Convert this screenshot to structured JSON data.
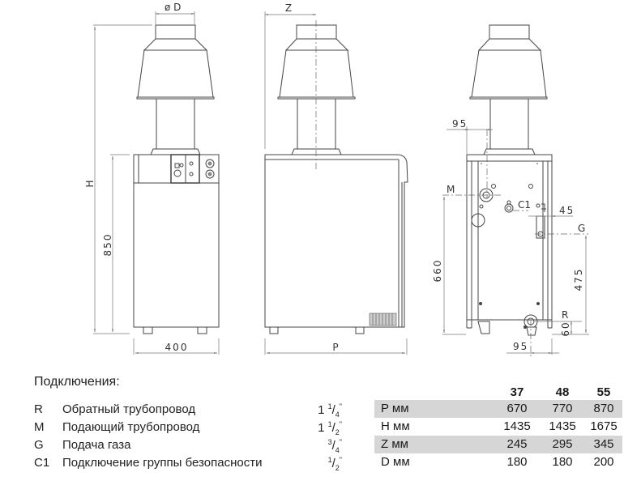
{
  "drawing": {
    "front_view": {
      "dim_diameter": "ø  D",
      "dim_height_total": "H",
      "dim_height_body": "850",
      "dim_width": "400"
    },
    "side_view": {
      "dim_flue_offset": "Z",
      "dim_depth": "P"
    },
    "rear_view": {
      "dim_flue_axis": "95",
      "label_supply": "M",
      "label_safety": "C1",
      "dim_gas_offset": "45",
      "label_gas": "G",
      "dim_supply_height": "660",
      "dim_gas_height": "475",
      "label_return": "R",
      "dim_return_height": "60",
      "dim_return_offset": "95"
    }
  },
  "connections": {
    "title": "Подключения:",
    "items": [
      {
        "code": "R",
        "desc": "Обратный трубопровод",
        "whole": "1",
        "num": "1",
        "den": "4",
        "unit": "\""
      },
      {
        "code": "M",
        "desc": "Подающий трубопровод",
        "whole": "1",
        "num": "1",
        "den": "2",
        "unit": "\""
      },
      {
        "code": "G",
        "desc": "Подача газа",
        "whole": "",
        "num": "3",
        "den": "4",
        "unit": "\""
      },
      {
        "code": "C1",
        "desc": "Подключение группы безопасности",
        "whole": "",
        "num": "1",
        "den": "2",
        "unit": "\""
      }
    ]
  },
  "dimensions_table": {
    "models": [
      "37",
      "48",
      "55"
    ],
    "rows": [
      {
        "label": "P мм",
        "values": [
          "670",
          "770",
          "870"
        ],
        "shaded": true
      },
      {
        "label": "H мм",
        "values": [
          "1435",
          "1435",
          "1675"
        ],
        "shaded": false
      },
      {
        "label": "Z мм",
        "values": [
          "245",
          "295",
          "345"
        ],
        "shaded": true
      },
      {
        "label": "D мм",
        "values": [
          "180",
          "180",
          "200"
        ],
        "shaded": false
      }
    ]
  },
  "colors": {
    "line": "#444444",
    "table_shade": "#d6d6d6"
  }
}
